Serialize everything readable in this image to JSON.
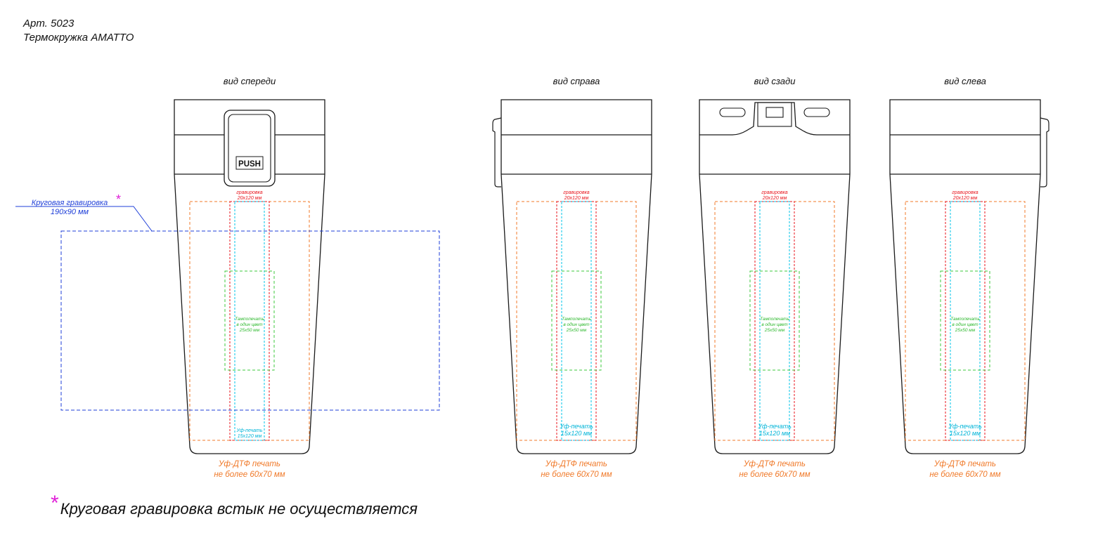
{
  "header": {
    "article": "Арт. 5023",
    "product": "Термокружка AMATTO"
  },
  "views": [
    {
      "title": "вид спереди"
    },
    {
      "title": "вид справа"
    },
    {
      "title": "вид сзади"
    },
    {
      "title": "вид слева"
    }
  ],
  "lid_button_label": "PUSH",
  "labels": {
    "engraving_title": "гравировка",
    "engraving_size": "20х120 мм",
    "pad_print_line1": "Тампопечать",
    "pad_print_line2": "в один цвет",
    "pad_print_size": "25х50 мм",
    "uv_print_title": "Уф-печать",
    "uv_print_size": "15х120 мм",
    "uv_dtf_line1": "Уф-ДТФ печать",
    "uv_dtf_line2": "не более 60х70 мм"
  },
  "circular_engraving": {
    "title": "Круговая гравировка",
    "size": "190х90 мм",
    "asterisk": "*"
  },
  "footnote": {
    "asterisk": "*",
    "text": "Круговая гравировка встык не осуществляется"
  },
  "colors": {
    "outline": "#1a1a1a",
    "engraving_red": "#e8141c",
    "uv_cyan": "#00c6e8",
    "pad_green": "#3ec93e",
    "dtf_orange": "#f07a2a",
    "circular_blue": "#1f3fd8",
    "asterisk_magenta": "#e020d8"
  }
}
